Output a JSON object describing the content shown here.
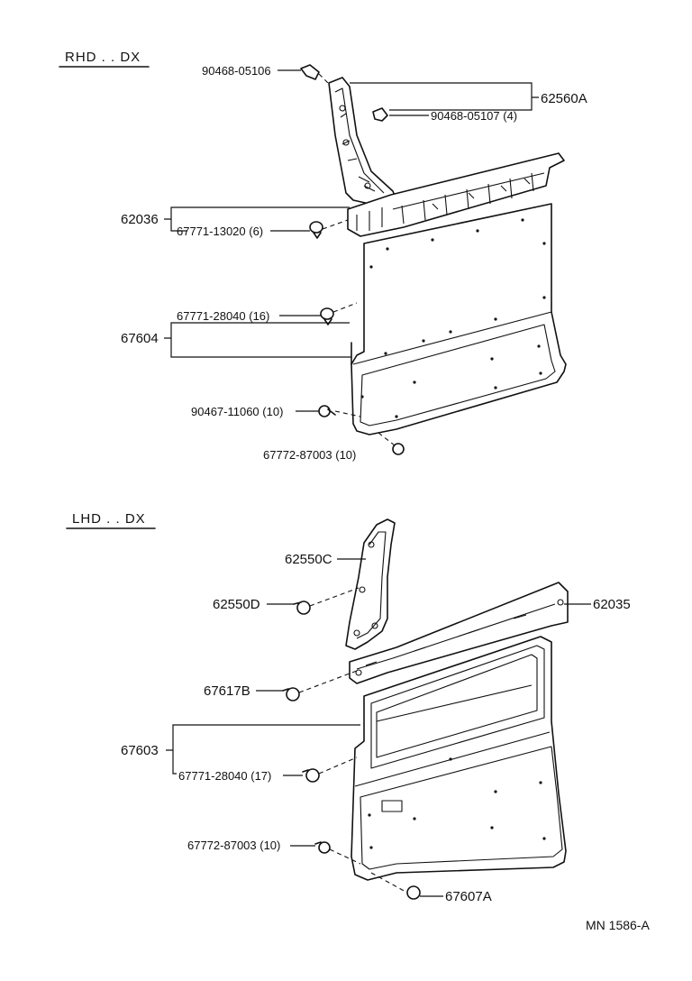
{
  "sections": {
    "rhd": "RHD . . DX",
    "lhd": "LHD . . DX"
  },
  "rhd_labels": {
    "l1": "90468-05106",
    "l2": "62560A",
    "l3": "90468-05107 (4)",
    "l4": "62036",
    "l5": "67771-13020 (6)",
    "l6": "67771-28040 (16)",
    "l7": "67604",
    "l8": "90467-11060 (10)",
    "l9": "67772-87003 (10)"
  },
  "lhd_labels": {
    "l1": "62550C",
    "l2": "62550D",
    "l3": "62035",
    "l4": "67617B",
    "l5": "67603",
    "l6": "67771-28040 (17)",
    "l7": "67772-87003 (10)",
    "l8": "67607A"
  },
  "footer": {
    "code": "MN 1586-A"
  }
}
